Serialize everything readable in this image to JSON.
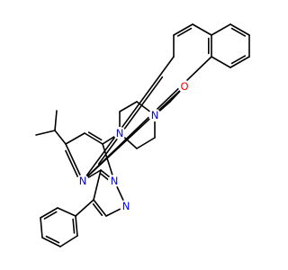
{
  "molecule": {
    "atoms": [
      {
        "id": "o1",
        "symbol": "O",
        "color": "#ff0000"
      },
      {
        "id": "n1",
        "symbol": "N",
        "color": "#0000ff"
      },
      {
        "id": "n2",
        "symbol": "N",
        "color": "#0000ff"
      },
      {
        "id": "n3",
        "symbol": "N",
        "color": "#0000ff"
      },
      {
        "id": "n4",
        "symbol": "N",
        "color": "#0000ff"
      },
      {
        "id": "n5",
        "symbol": "N",
        "color": "#0000ff"
      }
    ],
    "bond_color": "#000000"
  }
}
